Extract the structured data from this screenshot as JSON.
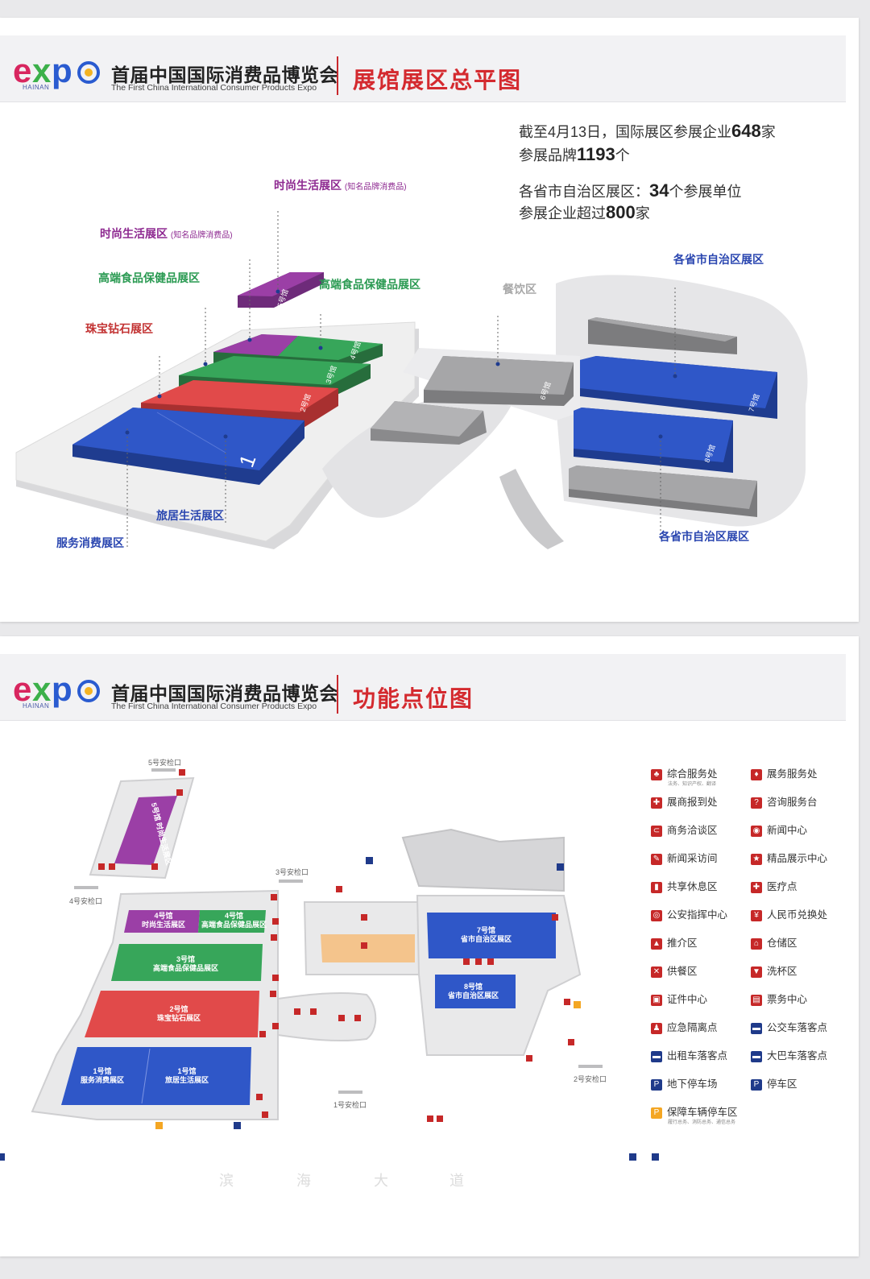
{
  "header": {
    "logo_text": "expo",
    "logo_sub": "HAINAN",
    "title_cn": "首届中国国际消费品博览会",
    "title_en": "The First China International Consumer Products Expo"
  },
  "panel1": {
    "heading": "展馆展区总平图",
    "stats": {
      "line1_a": "截至4月13日，国际展区参展企业",
      "line1_num": "648",
      "line1_b": "家",
      "line2_a": "参展品牌",
      "line2_num": "1193",
      "line2_b": "个",
      "line3_a": "各省市自治区展区：",
      "line3_num": "34",
      "line3_b": "个参展单位",
      "line4_a": "参展企业超过",
      "line4_num": "800",
      "line4_b": "家"
    },
    "zones": {
      "fashion_top": "时尚生活展区",
      "fashion_top_note": "(知名品牌消费品)",
      "fashion_left": "时尚生活展区",
      "fashion_left_note": "(知名品牌消费品)",
      "food_left": "高端食品保健品展区",
      "food_right": "高端食品保健品展区",
      "jewelry": "珠宝钻石展区",
      "dining": "餐饮区",
      "provinces_top": "各省市自治区展区",
      "provinces_bottom": "各省市自治区展区",
      "travel": "旅居生活展区",
      "service": "服务消费展区"
    },
    "hall_tags": {
      "h1": "1号馆",
      "h2": "2号馆",
      "h3": "3号馆",
      "h4": "4号馆",
      "h5": "5号馆",
      "h6": "6号馆",
      "h7": "7号馆",
      "h8": "8号馆"
    },
    "colors": {
      "purple": "#9b3fa6",
      "green": "#37a65a",
      "red": "#e14a4a",
      "blue": "#2f57c8",
      "gray": "#9a9a9a"
    }
  },
  "panel2": {
    "heading": "功能点位图",
    "gates": {
      "g1": "1号安检口",
      "g2": "2号安检口",
      "g3": "3号安检口",
      "g4": "4号安检口",
      "g5": "5号安检口"
    },
    "halls": {
      "h5": "5号馆 时尚生活展区",
      "h4a_name": "4号馆",
      "h4a_zone": "时尚生活展区",
      "h4b_name": "4号馆",
      "h4b_zone": "高端食品保健品展区",
      "h3_name": "3号馆",
      "h3_zone": "高端食品保健品展区",
      "h2_name": "2号馆",
      "h2_zone": "珠宝钻石展区",
      "h1a_name": "1号馆",
      "h1a_zone": "服务消费展区",
      "h1b_name": "1号馆",
      "h1b_zone": "旅居生活展区",
      "h7_name": "7号馆",
      "h7_zone": "省市自治区展区",
      "h8_name": "8号馆",
      "h8_zone": "省市自治区展区"
    },
    "road": [
      "滨",
      "海",
      "大",
      "道"
    ],
    "legend": [
      {
        "label": "综合服务处",
        "sub": "法务、知识产权、翻译",
        "icon": "service-icon"
      },
      {
        "label": "展务服务处",
        "icon": "expo-service-icon"
      },
      {
        "label": "展商报到处",
        "icon": "checkin-icon"
      },
      {
        "label": "咨询服务台",
        "icon": "question-icon"
      },
      {
        "label": "商务洽谈区",
        "icon": "handshake-icon"
      },
      {
        "label": "新闻中心",
        "icon": "news-icon"
      },
      {
        "label": "新闻采访间",
        "icon": "pen-icon"
      },
      {
        "label": "精品展示中心",
        "icon": "star-icon"
      },
      {
        "label": "共享休息区",
        "icon": "rest-icon"
      },
      {
        "label": "医疗点",
        "icon": "medical-icon"
      },
      {
        "label": "公安指挥中心",
        "icon": "police-icon"
      },
      {
        "label": "人民币兑换处",
        "icon": "yuan-icon"
      },
      {
        "label": "推介区",
        "icon": "podium-icon"
      },
      {
        "label": "仓储区",
        "icon": "warehouse-icon"
      },
      {
        "label": "供餐区",
        "icon": "food-icon"
      },
      {
        "label": "洗杯区",
        "icon": "cup-icon"
      },
      {
        "label": "证件中心",
        "icon": "badge-icon"
      },
      {
        "label": "票务中心",
        "icon": "ticket-icon"
      },
      {
        "label": "应急隔离点",
        "icon": "isolation-icon"
      },
      {
        "label": "公交车落客点",
        "icon": "bus-icon"
      },
      {
        "label": "出租车落客点",
        "icon": "taxi-icon"
      },
      {
        "label": "大巴车落客点",
        "icon": "coach-icon"
      },
      {
        "label": "地下停车场",
        "icon": "underground-parking-icon"
      },
      {
        "label": "停车区",
        "icon": "parking-icon"
      },
      {
        "label": "保障车辆停车区",
        "sub": "履行总务、消防总务、通信总务",
        "icon": "support-parking-icon"
      }
    ]
  }
}
